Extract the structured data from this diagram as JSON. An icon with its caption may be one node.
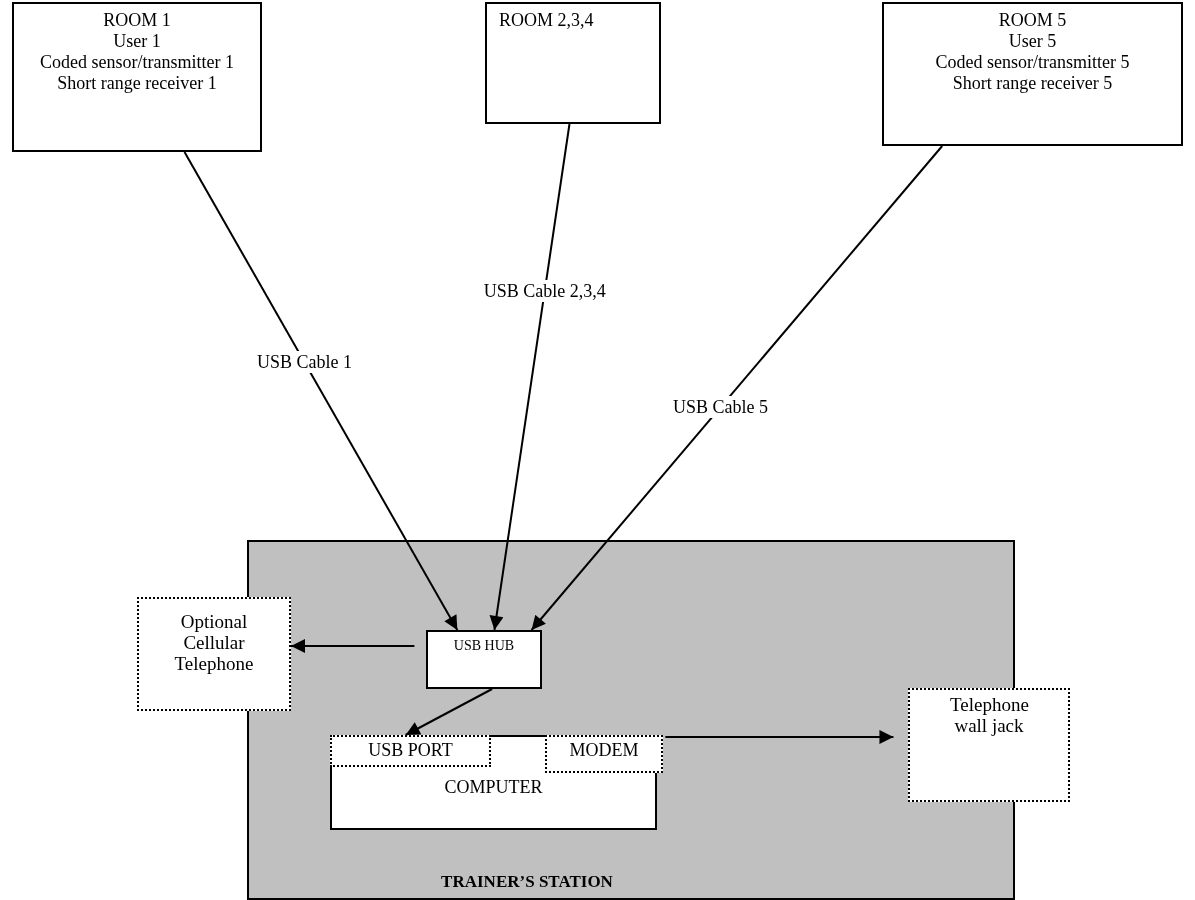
{
  "diagram": {
    "nodes": [
      {
        "text": [
          "ROOM 1",
          "User 1",
          "Coded sensor/transmitter 1",
          "Short range receiver 1"
        ]
      },
      {
        "text": [
          "ROOM 2,3,4"
        ]
      },
      {
        "text": [
          "ROOM 5",
          "User 5",
          "Coded sensor/transmitter 5",
          "Short range receiver 5"
        ]
      },
      {
        "text": [
          "TRAINER’S STATION"
        ]
      },
      {
        "text": [
          "Optional Cellular Telephone"
        ]
      },
      {
        "text": [
          "USB HUB"
        ],
        "in": 3
      },
      {
        "text": [
          "COMPUTER"
        ],
        "in": 3
      },
      {
        "text": [
          "USB PORT"
        ],
        "in": 6
      },
      {
        "text": [
          "MODEM"
        ],
        "in": 6
      },
      {
        "text": [
          "Telephone wall jack"
        ]
      }
    ],
    "edges": [
      {
        "from": 0,
        "to": 5,
        "arrow": "to",
        "label": "USB Cable 1"
      },
      {
        "from": 1,
        "to": 5,
        "arrow": "to",
        "label": "USB Cable 2,3,4"
      },
      {
        "from": 2,
        "to": 5,
        "arrow": "to",
        "label": "USB Cable 5"
      },
      {
        "from": 5,
        "to": 4,
        "arrow": "to"
      },
      {
        "from": 5,
        "to": 7,
        "arrow": "to"
      },
      {
        "from": 8,
        "to": 9,
        "arrow": "to"
      }
    ]
  }
}
